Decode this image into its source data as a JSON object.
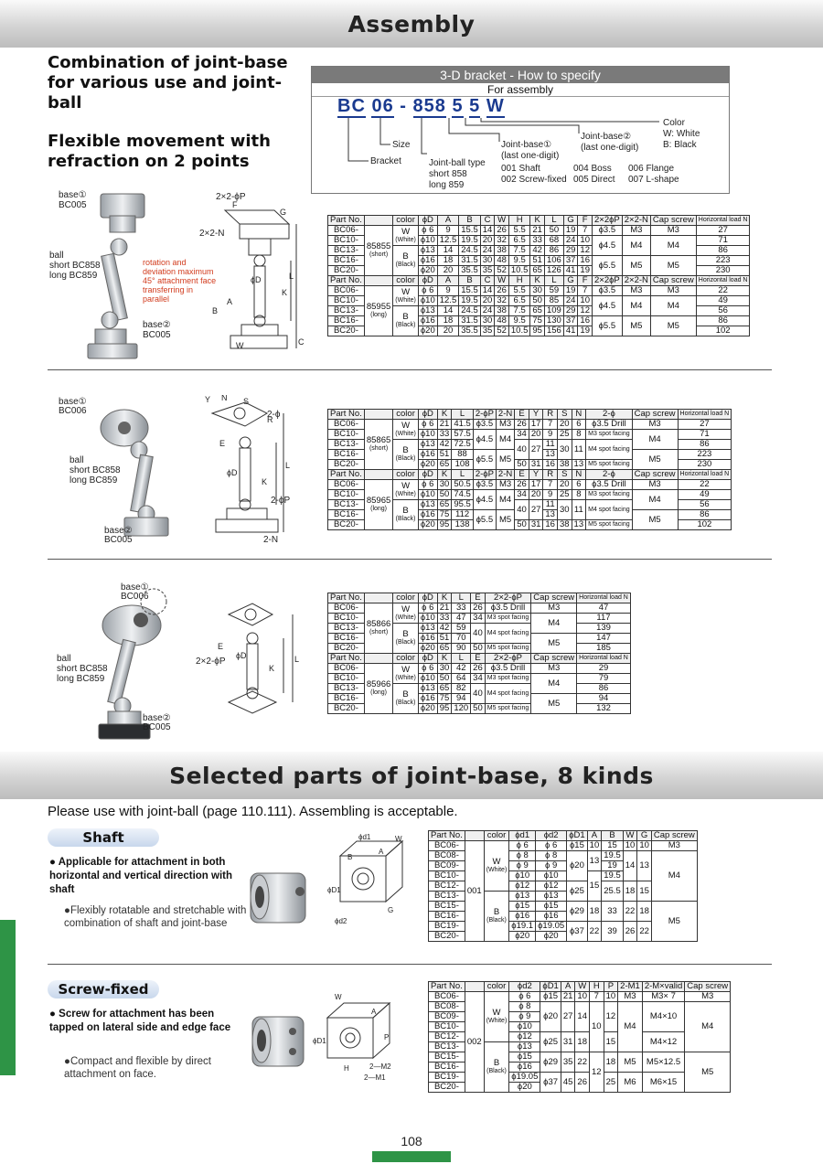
{
  "assembly": {
    "title": "Assembly",
    "heading1": "Combination of joint-base for various use and joint-ball",
    "heading2": "Flexible movement with refraction on 2 points"
  },
  "spec": {
    "head": "3-D bracket - How to specify",
    "sub": "For assembly",
    "code": [
      "BC",
      "06",
      "-",
      "858",
      "5",
      "5",
      "W"
    ],
    "bracket": "Bracket",
    "size": "Size",
    "ball_type": "Joint-ball type",
    "ball_short": "short 858",
    "ball_long": "long 859",
    "base1": "Joint-base①",
    "base1_sub": "(last one-digit)",
    "base2": "Joint-base②",
    "base2_sub": "(last one-digit)",
    "color": "Color",
    "color_w": "W: White",
    "color_b": "B: Black",
    "opt1": "001 Shaft",
    "opt2": "002 Screw-fixed",
    "opt3": "004 Boss",
    "opt4": "005 Direct",
    "opt5": "006 Flange",
    "opt6": "007 L-shape"
  },
  "fig_labels": {
    "f1_base1": "base①",
    "f1_base1_code": "BC005",
    "f1_ball": "ball",
    "f1_short": "short BC858",
    "f1_long": "long BC859",
    "f1_base2": "base②",
    "f1_base2_code": "BC005",
    "f1_note": "rotation and deviation maximum 45° attachment face transferring in parallel",
    "f2_base1": "base①",
    "f2_base1_code": "BC006",
    "f2_ball": "ball",
    "f2_short": "short BC858",
    "f2_long": "long BC859",
    "f2_base2": "base②",
    "f2_base2_code": "BC005",
    "f3_base1": "base①",
    "f3_base1_code": "BC006",
    "f3_ball": "ball",
    "f3_short": "short BC858",
    "f3_long": "long BC859",
    "f3_base2": "base②",
    "f3_base2_code": "BC005",
    "d1_2x2p": "2×2-ϕP",
    "d1_2x2n": "2×2-N",
    "d2_2p": "2-ϕ",
    "d2_2pp": "2-ϕP",
    "d2_2n": "2-N",
    "d3_2x2p": "2×2-ϕP"
  },
  "table1": {
    "header": [
      "Part No.",
      "color",
      "ϕD",
      "A",
      "B",
      "C",
      "W",
      "H",
      "K",
      "L",
      "G",
      "F",
      "2×2ϕP",
      "2×2-N",
      "Cap screw",
      "Horizontal load N"
    ],
    "parts": [
      "BC06-",
      "BC10-",
      "BC13-",
      "BC16-",
      "BC20-"
    ],
    "series_short": "85855",
    "series_short_sub": "(short)",
    "series_long": "85955",
    "series_long_sub": "(long)",
    "cw": "W",
    "cws": "(White)",
    "cb": "B",
    "cbs": "(Black)",
    "short": [
      [
        "ϕ 6",
        "9",
        "15.5",
        "14",
        "26",
        "5.5",
        "21",
        "50",
        "19",
        "7"
      ],
      [
        "ϕ10",
        "12.5",
        "19.5",
        "20",
        "32",
        "6.5",
        "33",
        "68",
        "24",
        "10"
      ],
      [
        "ϕ13",
        "14",
        "24.5",
        "24",
        "38",
        "7.5",
        "42",
        "86",
        "29",
        "12"
      ],
      [
        "ϕ16",
        "18",
        "31.5",
        "30",
        "48",
        "9.5",
        "51",
        "106",
        "37",
        "16"
      ],
      [
        "ϕ20",
        "20",
        "35.5",
        "35",
        "52",
        "10.5",
        "65",
        "126",
        "41",
        "19"
      ]
    ],
    "long": [
      [
        "ϕ 6",
        "9",
        "15.5",
        "14",
        "26",
        "5.5",
        "30",
        "59",
        "19",
        "7"
      ],
      [
        "ϕ10",
        "12.5",
        "19.5",
        "20",
        "32",
        "6.5",
        "50",
        "85",
        "24",
        "10"
      ],
      [
        "ϕ13",
        "14",
        "24.5",
        "24",
        "38",
        "7.5",
        "65",
        "109",
        "29",
        "12"
      ],
      [
        "ϕ16",
        "18",
        "31.5",
        "30",
        "48",
        "9.5",
        "75",
        "130",
        "37",
        "16"
      ],
      [
        "ϕ20",
        "20",
        "35.5",
        "35",
        "52",
        "10.5",
        "95",
        "156",
        "41",
        "19"
      ]
    ],
    "p": [
      "ϕ3.5",
      "ϕ4.5",
      "ϕ5.5"
    ],
    "n": [
      "M3",
      "M4",
      "M5"
    ],
    "cap": [
      "M3",
      "M4",
      "M5"
    ],
    "load_short": [
      "27",
      "71",
      "86",
      "223",
      "230"
    ],
    "load_long": [
      "22",
      "49",
      "56",
      "86",
      "102"
    ]
  },
  "table2": {
    "header": [
      "Part No.",
      "color",
      "ϕD",
      "K",
      "L",
      "2-ϕP",
      "2-N",
      "E",
      "Y",
      "R",
      "S",
      "N",
      "2-ϕ",
      "Cap screw",
      "Horizontal load N"
    ],
    "header2": [
      "Part No.",
      "color",
      "ϕD",
      "K",
      "L",
      "2-ϕP",
      "2-N",
      "E",
      "Y",
      "R",
      "S",
      "N",
      "2-ϕ",
      "Cap screw",
      "Horizontal load N"
    ],
    "parts": [
      "BC06-",
      "BC10-",
      "BC13-",
      "BC16-",
      "BC20-"
    ],
    "series_short": "85865",
    "series_short_sub": "(short)",
    "series_long": "85965",
    "series_long_sub": "(long)",
    "cw": "W",
    "cws": "(White)",
    "cb": "B",
    "cbs": "(Black)",
    "short": [
      [
        "ϕ 6",
        "21",
        "41.5"
      ],
      [
        "ϕ10",
        "33",
        "57.5"
      ],
      [
        "ϕ13",
        "42",
        "72.5"
      ],
      [
        "ϕ16",
        "51",
        "88"
      ],
      [
        "ϕ20",
        "65",
        "108"
      ]
    ],
    "long": [
      [
        "ϕ 6",
        "30",
        "50.5"
      ],
      [
        "ϕ10",
        "50",
        "74.5"
      ],
      [
        "ϕ13",
        "65",
        "95.5"
      ],
      [
        "ϕ16",
        "75",
        "112"
      ],
      [
        "ϕ20",
        "95",
        "138"
      ]
    ],
    "p": [
      "ϕ3.5",
      "ϕ4.5",
      "ϕ5.5"
    ],
    "n": [
      "M3",
      "M4",
      "M5"
    ],
    "e": [
      "26",
      "34",
      "40",
      "50"
    ],
    "y": [
      "17",
      "20",
      "27",
      "31"
    ],
    "r": [
      "7",
      "9",
      "11",
      "13",
      "16"
    ],
    "s": [
      "20",
      "25",
      "30",
      "38"
    ],
    "nn": [
      "6",
      "8",
      "11",
      "13"
    ],
    "d2": [
      "ϕ3.5 Drill",
      "M3 spot facing",
      "M4 spot facing",
      "M5 spot facing"
    ],
    "cap": [
      "M3",
      "M4",
      "M5"
    ],
    "load_short": [
      "27",
      "71",
      "86",
      "223",
      "230"
    ],
    "load_long": [
      "22",
      "49",
      "56",
      "86",
      "102"
    ]
  },
  "table3": {
    "header": [
      "Part No.",
      "color",
      "ϕD",
      "K",
      "L",
      "E",
      "2×2-ϕP",
      "Cap screw",
      "Horizontal load N"
    ],
    "parts": [
      "BC06-",
      "BC10-",
      "BC13-",
      "BC16-",
      "BC20-"
    ],
    "series_short": "85866",
    "series_short_sub": "(short)",
    "series_long": "85966",
    "series_long_sub": "(long)",
    "cw": "W",
    "cws": "(White)",
    "cb": "B",
    "cbs": "(Black)",
    "short": [
      [
        "ϕ 6",
        "21",
        "33"
      ],
      [
        "ϕ10",
        "33",
        "47"
      ],
      [
        "ϕ13",
        "42",
        "59"
      ],
      [
        "ϕ16",
        "51",
        "70"
      ],
      [
        "ϕ20",
        "65",
        "90"
      ]
    ],
    "long": [
      [
        "ϕ 6",
        "30",
        "42"
      ],
      [
        "ϕ10",
        "50",
        "64"
      ],
      [
        "ϕ13",
        "65",
        "82"
      ],
      [
        "ϕ16",
        "75",
        "94"
      ],
      [
        "ϕ20",
        "95",
        "120"
      ]
    ],
    "e": [
      "26",
      "34",
      "40",
      "50"
    ],
    "p": [
      "ϕ3.5 Drill",
      "M3 spot facing",
      "M4 spot facing",
      "M5 spot facing"
    ],
    "cap": [
      "M3",
      "M4",
      "M5"
    ],
    "load_short": [
      "47",
      "117",
      "139",
      "147",
      "185"
    ],
    "load_long": [
      "29",
      "79",
      "86",
      "94",
      "132"
    ]
  },
  "selected": {
    "title": "Selected parts of joint-base, 8 kinds",
    "note": "Please use with joint-ball (page 110.111). Assembling is acceptable."
  },
  "shaft": {
    "title": "Shaft",
    "bullet": "Applicable for attachment in both horizontal and vertical direction with shaft",
    "sub": "●Flexibly rotatable and stretchable with combination of shaft and joint-base",
    "header": [
      "Part No.",
      "color",
      "ϕd1",
      "ϕd2",
      "ϕD1",
      "A",
      "B",
      "W",
      "G",
      "Cap screw"
    ],
    "parts": [
      "BC06-",
      "BC08-",
      "BC09-",
      "BC10-",
      "BC12-",
      "BC13-",
      "BC15-",
      "BC16-",
      "BC19-",
      "BC20-"
    ],
    "series": "001",
    "cw": "W",
    "cws": "(White)",
    "cb": "B",
    "cbs": "(Black)",
    "d1": [
      "ϕ 6",
      "ϕ 8",
      "ϕ 9",
      "ϕ10",
      "ϕ12",
      "ϕ13",
      "ϕ15",
      "ϕ16",
      "ϕ19.1",
      "ϕ20"
    ],
    "d2": [
      "ϕ 6",
      "ϕ 8",
      "ϕ 9",
      "ϕ10",
      "ϕ12",
      "ϕ13",
      "ϕ15",
      "ϕ16",
      "ϕ19.05",
      "ϕ20"
    ],
    "D1": [
      "ϕ15",
      "ϕ20",
      "ϕ25",
      "ϕ29",
      "ϕ37"
    ],
    "A": [
      "10",
      "13",
      "15",
      "18",
      "22"
    ],
    "B": [
      "15",
      "19.5",
      "19",
      "19.5",
      "25.5",
      "33",
      "39"
    ],
    "W": [
      "10",
      "14",
      "18",
      "22",
      "26"
    ],
    "G": [
      "10",
      "13",
      "15",
      "18",
      "22"
    ],
    "cap": [
      "M3",
      "M4",
      "M5"
    ]
  },
  "screw": {
    "title": "Screw-fixed",
    "bullet": "Screw for attachment has been tapped on lateral side and edge face",
    "sub": "●Compact and flexible by direct attachment on face.",
    "header": [
      "Part No.",
      "color",
      "ϕd2",
      "ϕD1",
      "A",
      "W",
      "H",
      "P",
      "2-M1",
      "2-M×valid",
      "Cap screw"
    ],
    "parts": [
      "BC06-",
      "BC08-",
      "BC09-",
      "BC10-",
      "BC12-",
      "BC13-",
      "BC15-",
      "BC16-",
      "BC19-",
      "BC20-"
    ],
    "series": "002",
    "cw": "W",
    "cws": "(White)",
    "cb": "B",
    "cbs": "(Black)",
    "d2": [
      "ϕ 6",
      "ϕ 8",
      "ϕ 9",
      "ϕ10",
      "ϕ12",
      "ϕ13",
      "ϕ15",
      "ϕ16",
      "ϕ19.05",
      "ϕ20"
    ],
    "D1": [
      "ϕ15",
      "ϕ20",
      "ϕ25",
      "ϕ29",
      "ϕ37"
    ],
    "A": [
      "21",
      "27",
      "31",
      "35",
      "45"
    ],
    "W": [
      "10",
      "14",
      "18",
      "22",
      "26"
    ],
    "H": [
      "7",
      "10",
      "12"
    ],
    "P": [
      "10",
      "12",
      "15",
      "18",
      "25"
    ],
    "M1": [
      "M3",
      "M4",
      "M5",
      "M6"
    ],
    "MV": [
      "M3× 7",
      "M4×10",
      "M4×12",
      "M5×12.5",
      "M6×15"
    ],
    "cap": [
      "M3",
      "M4",
      "M5"
    ]
  },
  "page": "108"
}
